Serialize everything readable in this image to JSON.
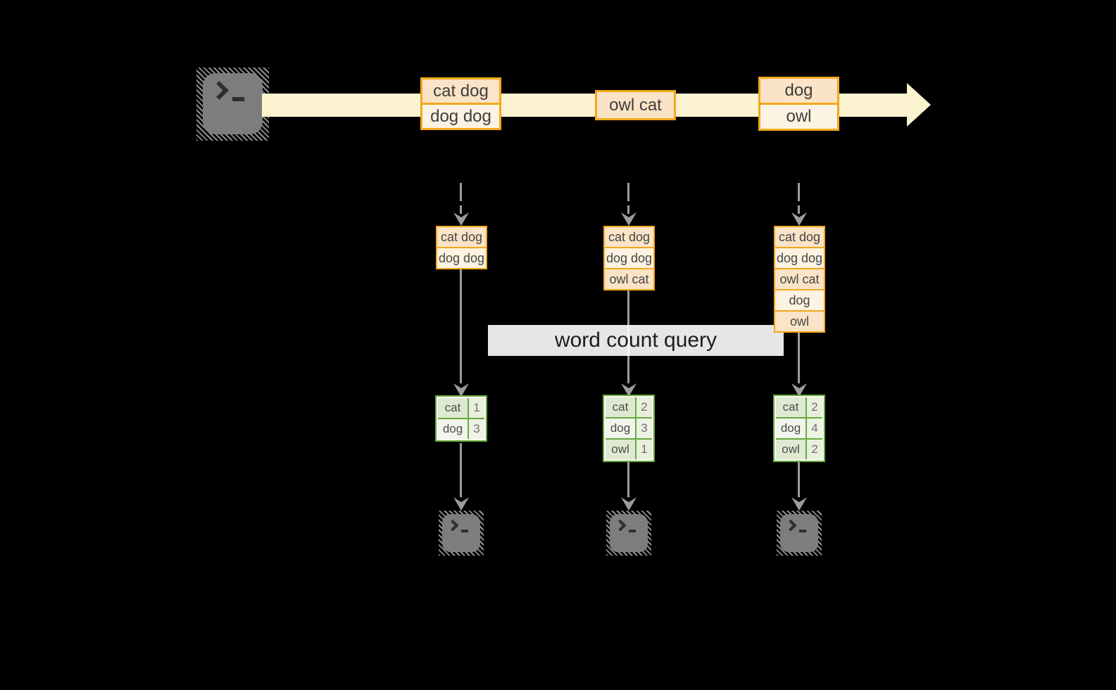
{
  "query_label": "word count query",
  "stream": {
    "events": [
      {
        "rows": [
          "cat dog",
          "dog dog"
        ]
      },
      {
        "rows": [
          "owl cat"
        ]
      },
      {
        "rows": [
          "dog",
          "owl"
        ]
      }
    ]
  },
  "pipelines": [
    {
      "buffer": [
        "cat dog",
        "dog dog"
      ],
      "counts": [
        {
          "word": "cat",
          "count": "1"
        },
        {
          "word": "dog",
          "count": "3"
        }
      ]
    },
    {
      "buffer": [
        "cat dog",
        "dog dog",
        "owl cat"
      ],
      "counts": [
        {
          "word": "cat",
          "count": "2"
        },
        {
          "word": "dog",
          "count": "3"
        },
        {
          "word": "owl",
          "count": "1"
        }
      ]
    },
    {
      "buffer": [
        "cat dog",
        "dog dog",
        "owl cat",
        "dog",
        "owl"
      ],
      "counts": [
        {
          "word": "cat",
          "count": "2"
        },
        {
          "word": "dog",
          "count": "4"
        },
        {
          "word": "owl",
          "count": "2"
        }
      ]
    }
  ],
  "colors": {
    "background": "#000000",
    "stream_band": "#fbf2d0",
    "event_border": "#f2a81d",
    "event_fill_dark": "#fae3c6",
    "event_fill_light": "#fdf3e2",
    "arrow_gray": "#9c9c9c",
    "query_band": "#ffffff",
    "table_border": "#68a93c",
    "cell_fill_dark": "#dfe9d1",
    "cell_fill_light": "#f1f5ec",
    "terminal_gray": "#7d7d7d"
  }
}
